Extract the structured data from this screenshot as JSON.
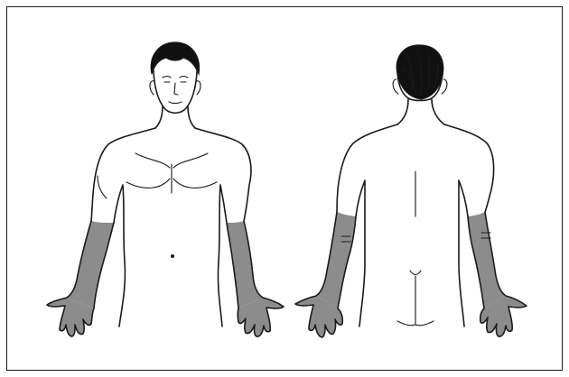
{
  "diagram": {
    "views": [
      {
        "id": "anterior",
        "shaded_regions": [
          "right-forearm",
          "right-hand",
          "left-forearm",
          "left-hand"
        ]
      },
      {
        "id": "posterior",
        "shaded_regions": [
          "left-forearm",
          "left-hand",
          "right-forearm",
          "right-hand"
        ]
      }
    ],
    "colors": {
      "shading": "#8c8c8c",
      "line": "#1a1a1a",
      "hair": "#111111",
      "background": "#ffffff"
    }
  }
}
